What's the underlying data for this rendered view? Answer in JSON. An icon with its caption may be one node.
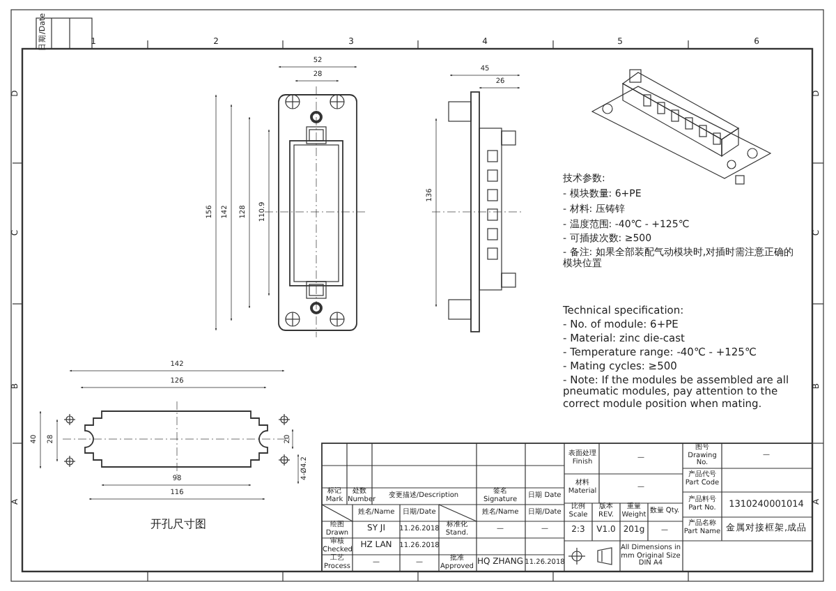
{
  "diagram": {
    "labels": [
      "日期/Date",
      "1",
      "2",
      "3",
      "4",
      "5",
      "6",
      "D",
      "C",
      "B",
      "A",
      "D",
      "C",
      "B",
      "A",
      "52",
      "28",
      "156",
      "142",
      "128",
      "110.9",
      "45",
      "26",
      "136",
      "技术参数:",
      "- 模块数量: 6+PE",
      "- 材料: 压铸锌",
      "- 温度范围: -40℃ - +125℃",
      "- 可插拔次数: ≥500",
      "- 备注: 如果全部装配气动模块时,对插时需注意正确的模块位置",
      "Technical specification:",
      "- No. of module: 6+PE",
      "- Material: zinc die-cast",
      "- Temperature range: -40℃ - +125℃",
      "- Mating cycles: ≥500",
      "- Note: If the modules be assembled are all pneumatic modules, pay attention to the correct module position when mating.",
      "142",
      "126",
      "40",
      "28",
      "20",
      "98",
      "116",
      "4-Ø4.2",
      "开孔尺寸图",
      "标记 Mark",
      "处数 Number",
      "变更描述/Description",
      "签名 Signature",
      "日期 Date",
      "姓名/Name",
      "日期/Date",
      "姓名/Name",
      "日期/Date",
      "绘图 Drawn",
      "SY JI",
      "11.26.2018",
      "标准化 Stand.",
      "—",
      "—",
      "审核 Checked",
      "HZ LAN",
      "11.26.2018",
      "工艺 Process",
      "—",
      "—",
      "批准 Approved",
      "HQ ZHANG",
      "11.26.2018",
      "表面处理 Finish",
      "—",
      "材料 Material",
      "—",
      "比例 Scale",
      "版本 REV.",
      "重量 Weight",
      "数量 Qty.",
      "2:3",
      "V1.0",
      "201g",
      "—",
      "All Dimensions in mm Original Size DIN A4",
      "图号 Drawing No.",
      "—",
      "产品代号 Part Code",
      "产品料号 Part No.",
      "1310240001014",
      "产品名称 Part Name",
      "金属对接框架,成品"
    ]
  }
}
